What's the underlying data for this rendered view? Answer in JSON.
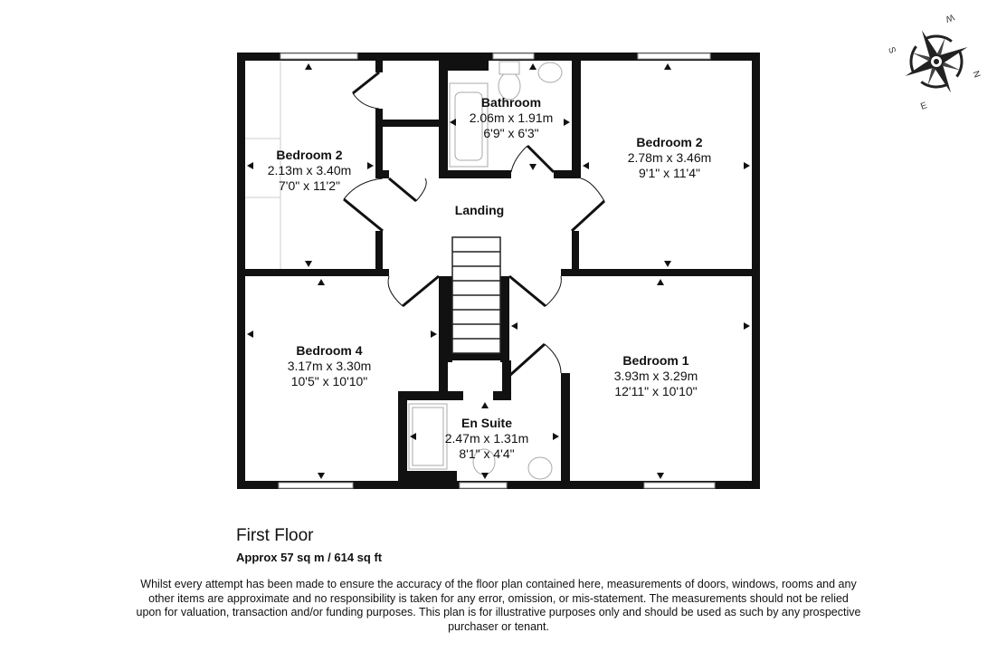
{
  "rooms": {
    "bedroom2_left": {
      "name": "Bedroom 2",
      "metric": "2.13m x 3.40m",
      "imperial": "7'0\" x 11'2\""
    },
    "bathroom": {
      "name": "Bathroom",
      "metric": "2.06m x 1.91m",
      "imperial": "6'9\" x 6'3\""
    },
    "bedroom2_right": {
      "name": "Bedroom 2",
      "metric": "2.78m x 3.46m",
      "imperial": "9'1\" x 11'4\""
    },
    "landing": {
      "name": "Landing"
    },
    "bedroom4": {
      "name": "Bedroom 4",
      "metric": "3.17m x 3.30m",
      "imperial": "10'5\" x 10'10\""
    },
    "bedroom1": {
      "name": "Bedroom 1",
      "metric": "3.93m x 3.29m",
      "imperial": "12'11\" x 10'10\""
    },
    "ensuite": {
      "name": "En Suite",
      "metric": "2.47m x 1.31m",
      "imperial": "8'1\" x 4'4\""
    }
  },
  "floor_title": "First Floor",
  "floor_area": "Approx 57 sq m / 614 sq ft",
  "disclaimer": "Whilst every attempt has been made to ensure the accuracy of the floor plan contained here, measurements of doors, windows, rooms and any other items are approximate and no responsibility is taken for any error, omission, or mis-statement. The measurements should not be relied upon for valuation, transaction and/or funding purposes. This plan is for illustrative purposes only and should be used as such by any prospective purchaser or tenant.",
  "compass": {
    "n": "N",
    "s": "S",
    "e": "E",
    "w": "W"
  }
}
